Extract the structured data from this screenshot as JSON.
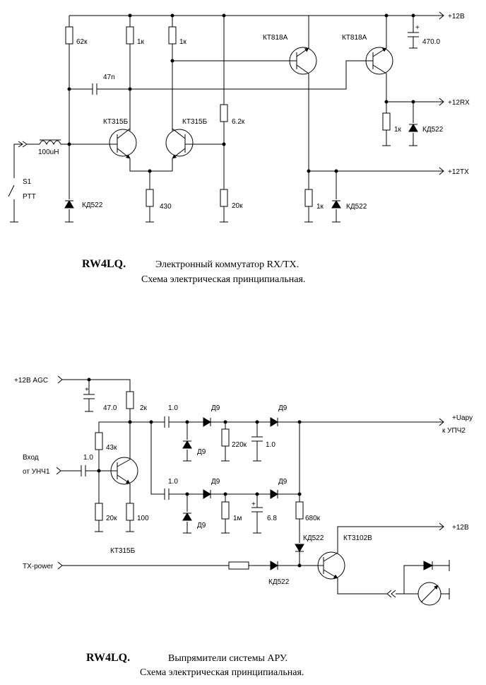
{
  "schematic1": {
    "rails": {
      "p12v": "+12В",
      "p12rx": "+12RX",
      "p12tx": "+12TX"
    },
    "transistors": {
      "q_pwr1": "КТ818А",
      "q_pwr2": "КТ818А",
      "q_sw1": "КТ315Б",
      "q_sw2": "КТ315Б"
    },
    "resistors": {
      "r1": "62к",
      "r2": "1к",
      "r3": "1к",
      "r4": "6.2к",
      "r5": "430",
      "r6": "20к",
      "r7": "1к",
      "r8": "1к"
    },
    "capacitors": {
      "c1": "47n",
      "c2": "470.0"
    },
    "inductor": "100uH",
    "diodes": {
      "d1": "КД522",
      "d2": "КД522",
      "d3": "КД522"
    },
    "switch": {
      "ref": "S1",
      "name": "PTT"
    },
    "caption": {
      "author": "RW4LQ.",
      "line1": "Электронный коммутатор RX/TX.",
      "line2": "Схема электрическая принципиальная."
    }
  },
  "schematic2": {
    "inputs": {
      "agc": "+12В AGC",
      "input_l1": "Вход",
      "input_l2": "от УНЧ1",
      "txpower": "TX-power",
      "p12v": "+12В"
    },
    "output": {
      "l1": "+Uару",
      "l2": "к УПЧ2"
    },
    "capacitors": {
      "c_agc": "47.0",
      "c_in": "1.0",
      "c_a": "1.0",
      "c_b": "1.0",
      "c_filt1": "1.0",
      "c_filt2": "6.8"
    },
    "resistors": {
      "r_2k": "2к",
      "r_43k": "43к",
      "r_20k": "20к",
      "r_100": "100",
      "r_220k": "220к",
      "r_1m": "1м",
      "r_680k": "680к"
    },
    "diodes": {
      "d9a": "Д9",
      "d9b": "Д9",
      "d9c": "Д9",
      "d9d": "Д9",
      "d9e": "Д9",
      "d9f": "Д9",
      "kd522a": "КД522",
      "kd522b": "КД522"
    },
    "transistors": {
      "q1": "КТ315Б",
      "q2": "КТ3102В"
    },
    "caption": {
      "author": "RW4LQ.",
      "line1": "Выпрямители системы АРУ.",
      "line2": "Схема электрическая принципиальная."
    }
  }
}
